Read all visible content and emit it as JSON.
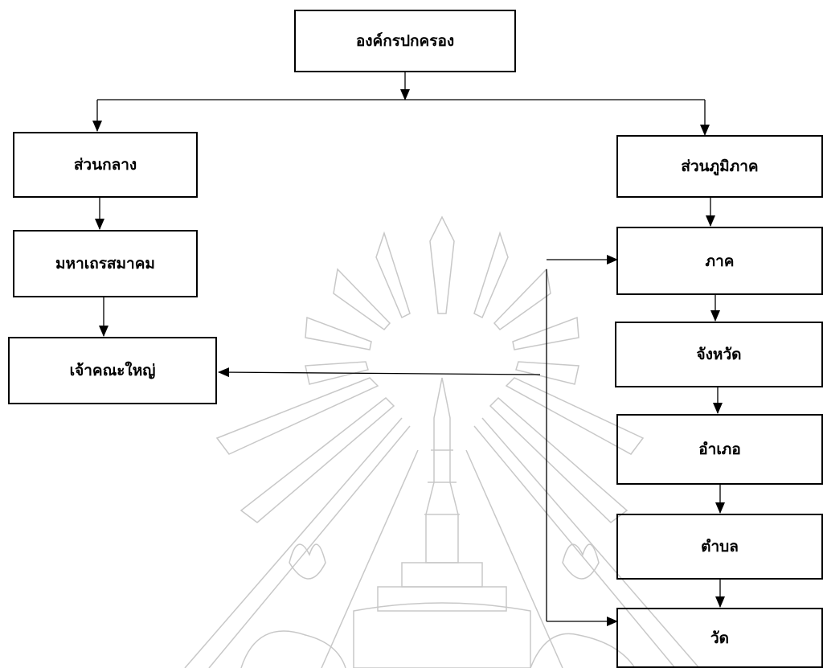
{
  "colors": {
    "line": "#000000",
    "watermark": "#c8c8c8"
  },
  "watermark_icon": "university-emblem-watermark",
  "nodes": {
    "root": "องค์กรปกครอง",
    "central": "ส่วนกลาง",
    "regional": "ส่วนภูมิภาค",
    "council": "มหาเถรสมาคม",
    "chief": "เจ้าคณะใหญ่",
    "region": "ภาค",
    "province": "จังหวัด",
    "district": "อำเภอ",
    "subdistrict": "ตำบล",
    "temple": "วัด"
  }
}
